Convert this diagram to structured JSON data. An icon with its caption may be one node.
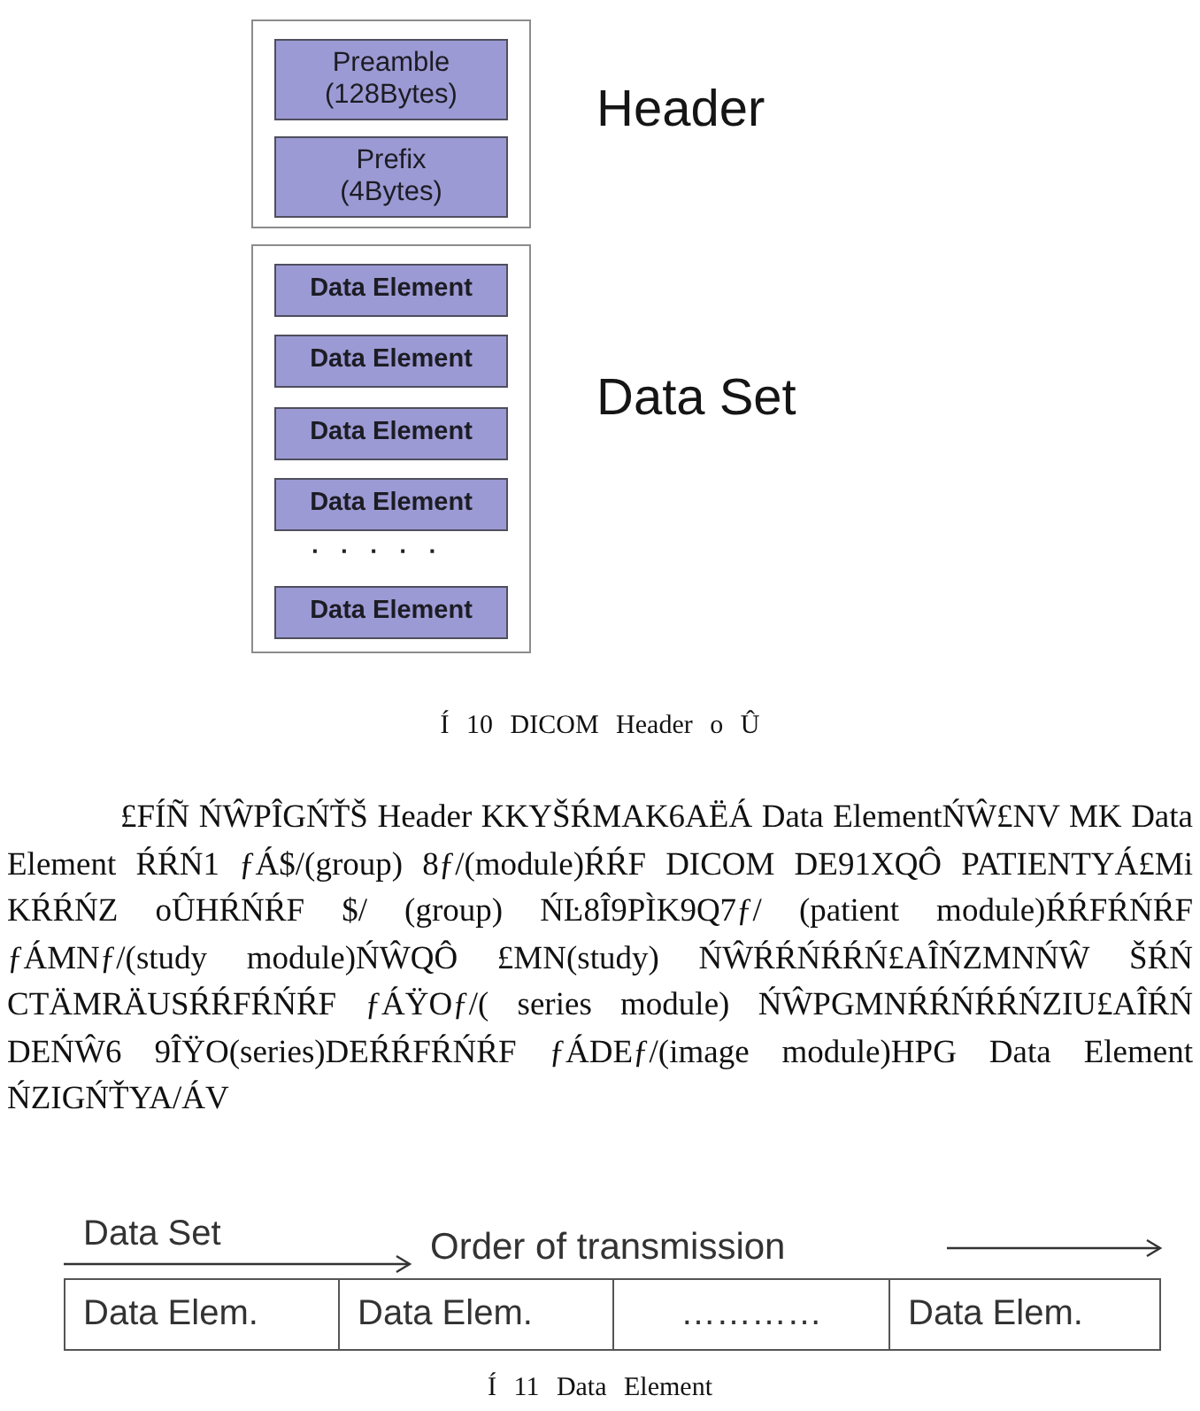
{
  "diagram": {
    "nodes": [
      {
        "text": [],
        "shape": "box",
        "beside": [
          "Header"
        ]
      },
      {
        "text": [
          "Preamble (128Bytes)"
        ],
        "in": 0
      },
      {
        "text": [
          "Prefix (4Bytes)"
        ],
        "in": 0
      },
      {
        "text": [],
        "shape": "box",
        "beside": [
          "Data Set"
        ]
      },
      {
        "text": [
          "Data Element"
        ],
        "in": 3
      },
      {
        "text": [
          "Data Element"
        ],
        "in": 3
      },
      {
        "text": [
          "Data Element"
        ],
        "in": 3
      },
      {
        "text": [
          "Data Element"
        ],
        "in": 3
      },
      {
        "text": [
          "Data Element"
        ],
        "in": 3
      },
      {
        "text": [
          "Data Elem."
        ]
      },
      {
        "text": [
          "Data Elem."
        ]
      },
      {
        "text": [
          "…………"
        ]
      },
      {
        "text": [
          "Data Elem."
        ]
      }
    ],
    "labels": [
      "· · · · ·",
      "Í 10 DICOM Header o Û",
      "£FÍÑ ŃŴPÎGŃŤŠ Header KKYŠŔMAK6AËÁ Data ElementŃŴ£NV MK Data Element ŔŔŃ1 ƒÁ$/(group) 8ƒ/(module)ŔŔF DICOM DE91XQÔ PATIENTYÁ£Mi KŔŔŃZ oÛHŔŃŔF $/ (group) ŃĿ8Î9PÌK9Q7ƒ/ (patient module)ŔŔFŔŃŔF ƒÁMNƒ/(study module)ŃŴQÔ £MN(study) ŃŴŔŔŃŔŔŃ£AÎŃZMNŃŴ ŠŔŃ CTÄMRÄUSŔŔFŔŃŔF ƒÁŸOƒ/( series module) ŃŴPGMNŔŔŃŔŔŃZIU£AÎŔŃ DEŃŴ6 9ÎŸO(series)DEŔŔFŔŃŔF ƒÁDEƒ/(image module)HPG Data Element ŃZIGŃŤYA/ÁV",
      "Data Set",
      "Order of transmission",
      "Í 11 Data Element"
    ]
  }
}
